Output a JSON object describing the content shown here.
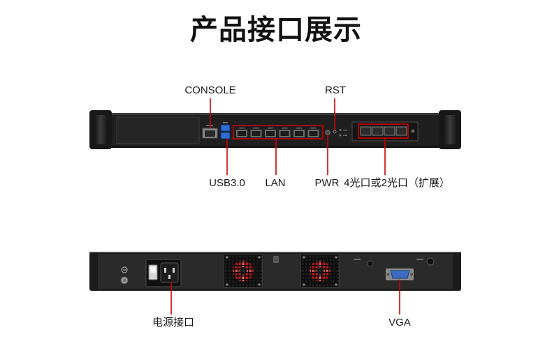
{
  "title": "产品接口展示",
  "front_panel": {
    "console": "CONSOLE",
    "rst": "RST",
    "usb": "USB3.0",
    "lan": "LAN",
    "pwr": "PWR",
    "optical_expansion": "4光口或2光口（扩展）"
  },
  "rear_panel": {
    "power_inlet": "电源接口",
    "vga": "VGA"
  },
  "colors": {
    "callout": "#cc0000",
    "usb_port": "#2d6fd6",
    "vga_port": "#3a6cc0",
    "fan_blades": "#b21a1a"
  }
}
